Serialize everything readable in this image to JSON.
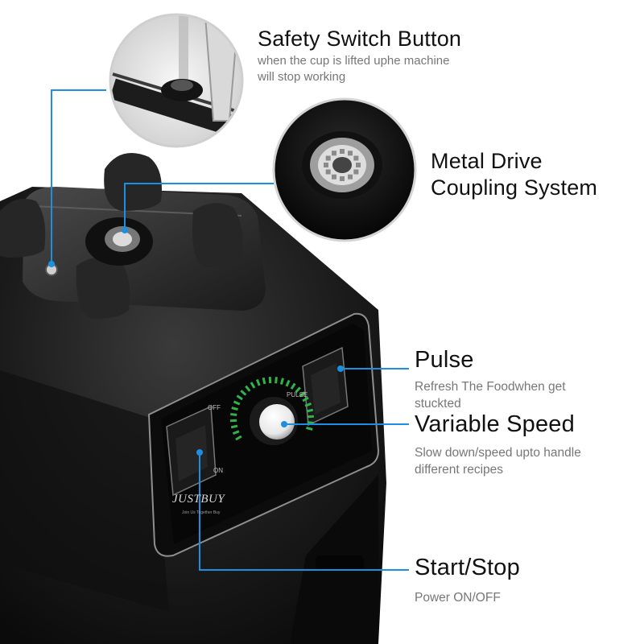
{
  "colors": {
    "accent": "#1e8fe0",
    "title": "#111111",
    "description": "#777777",
    "dial_ring": "#2fb34a",
    "body": "#151515"
  },
  "features": {
    "safety": {
      "title": "Safety Switch Button",
      "description_line1": "when the cup is lifted uphe machine",
      "description_line2": "will stop working"
    },
    "coupling": {
      "title_line1": "Metal Drive",
      "title_line2": "Coupling System"
    },
    "pulse": {
      "title": "Pulse",
      "description_line1": "Refresh The Foodwhen get",
      "description_line2": "stuckted"
    },
    "speed": {
      "title": "Variable Speed",
      "description_line1": "Slow down/speed upto handle",
      "description_line2": "different recipes"
    },
    "start": {
      "title": "Start/Stop",
      "description": "Power ON/OFF"
    }
  },
  "panel": {
    "brand": "JUSTBUY",
    "brand_tagline": "Join Us Together Buy",
    "switch_off_label": "OFF",
    "switch_on_label": "ON",
    "pulse_label": "PULSE"
  }
}
